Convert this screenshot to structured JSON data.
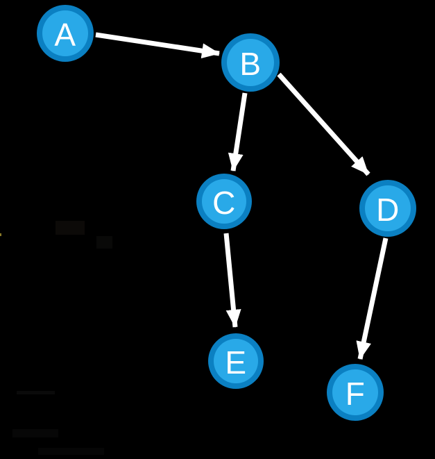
{
  "diagram": {
    "type": "directed-graph",
    "colors": {
      "background": "#000000",
      "node_fill": "#29a9e8",
      "node_ring": "#0b80c2",
      "arrow": "#ffffff",
      "label": "#ffffff"
    },
    "nodes": [
      {
        "id": "A",
        "label": "A"
      },
      {
        "id": "B",
        "label": "B"
      },
      {
        "id": "C",
        "label": "C"
      },
      {
        "id": "D",
        "label": "D"
      },
      {
        "id": "E",
        "label": "E"
      },
      {
        "id": "F",
        "label": "F"
      }
    ],
    "edges": [
      {
        "from": "A",
        "to": "B"
      },
      {
        "from": "B",
        "to": "C"
      },
      {
        "from": "B",
        "to": "D"
      },
      {
        "from": "C",
        "to": "E"
      },
      {
        "from": "D",
        "to": "F"
      }
    ]
  }
}
